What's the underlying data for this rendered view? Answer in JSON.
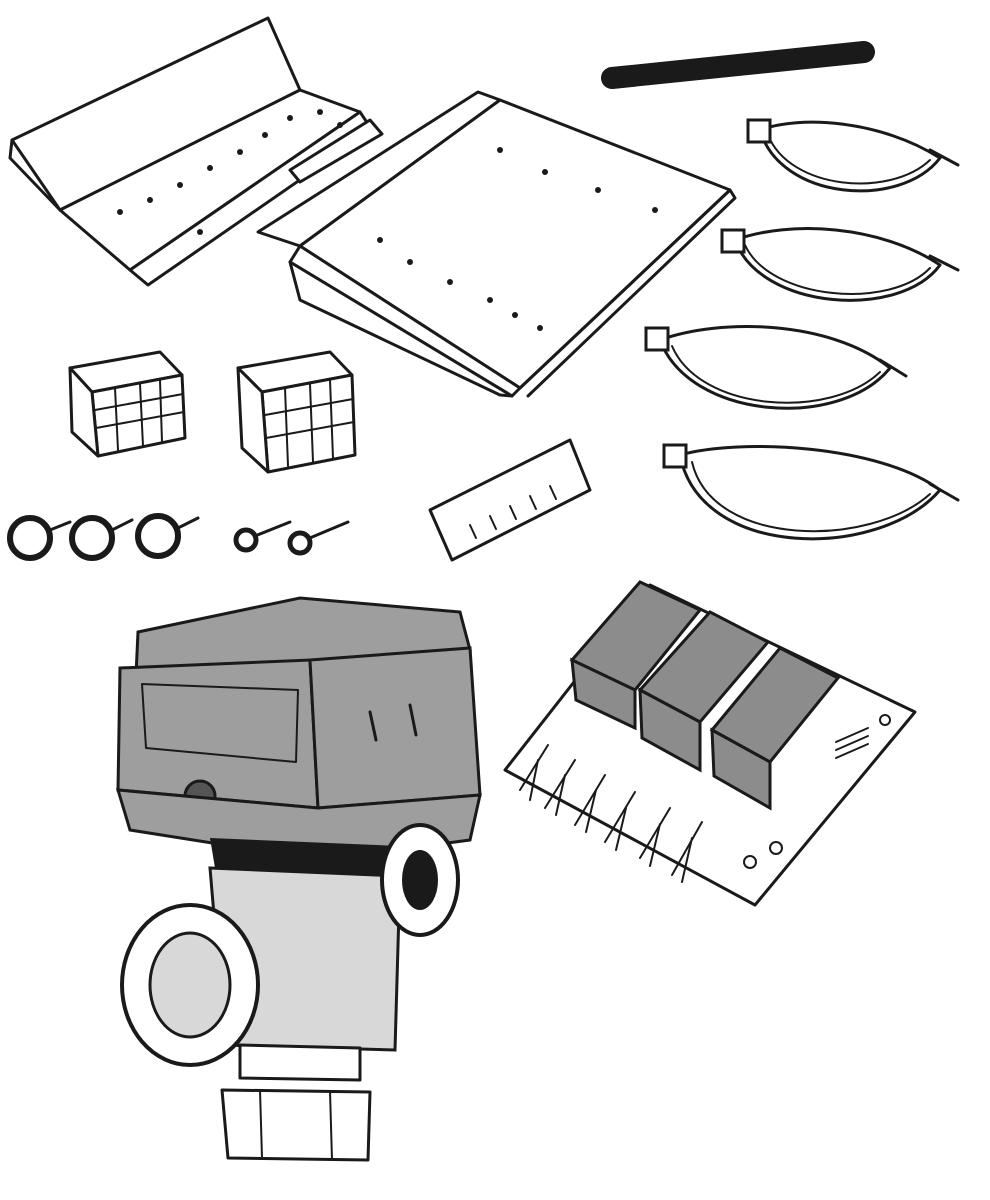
{
  "colors": {
    "line": "#1a1a1a",
    "background": "#ffffff",
    "actuator_grey": "#9e9e9e",
    "relay_grey": "#8c8c8c",
    "valve_grey": "#d8d8d8",
    "rod_black": "#1a1a1a"
  },
  "parts": [
    {
      "id": "mounting-bracket-left",
      "icon": "bracket-icon"
    },
    {
      "id": "mounting-bracket-right",
      "icon": "bracket-icon"
    },
    {
      "id": "insulating-rod",
      "icon": "rod-icon"
    },
    {
      "id": "cable-ties",
      "icon": "cable-tie-icon",
      "count": 4
    },
    {
      "id": "terminal-blocks",
      "icon": "terminal-block-icon",
      "count": 2
    },
    {
      "id": "large-screws",
      "icon": "screw-icon",
      "count": 3
    },
    {
      "id": "small-screws",
      "icon": "screw-icon",
      "count": 2
    },
    {
      "id": "label-strip",
      "icon": "label-icon"
    },
    {
      "id": "motorised-valve",
      "icon": "valve-actuator-icon"
    },
    {
      "id": "relay-board",
      "icon": "relay-board-icon"
    }
  ]
}
